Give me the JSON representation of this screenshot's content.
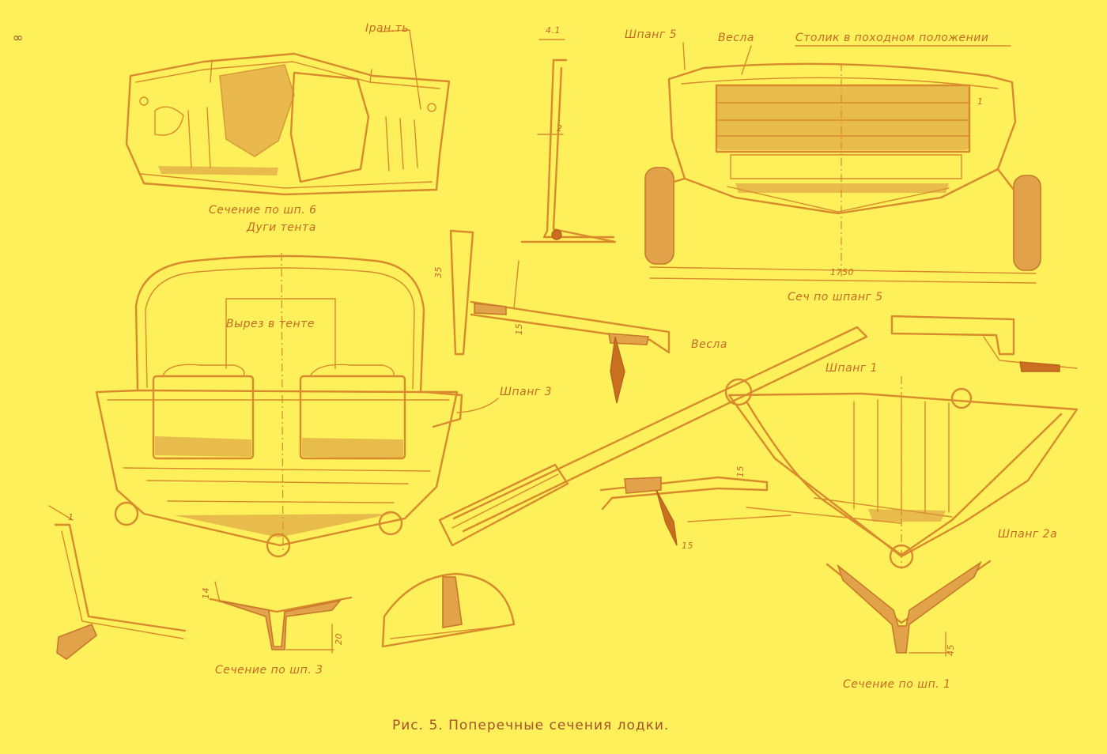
{
  "page_number": "∞",
  "caption": "Рис. 5. Поперечные сечения лодки.",
  "colors": {
    "background": "#fdf05a",
    "ink": "#d98a2c",
    "caption_ink": "#a5512b"
  },
  "labels": {
    "brus_label": "Iран.ть",
    "section_sh6": "Сечение по шп. 6",
    "dim_41": "4.1",
    "dim_2": "2",
    "shpang5_top": "Шпанг 5",
    "oars_top": "Весла",
    "table_stowed": "Столик в походном положении",
    "dim_1_top": "1",
    "dim_1750": "1750",
    "section_sh5": "Сеч по шпанг 5",
    "tent_arcs": "Дуги тента",
    "tent_cutout": "Вырез в тенте",
    "dim_35": "35",
    "dim_15a": "15",
    "shpang3": "Шпанг 3",
    "oars_mid": "Весла",
    "shpang1": "Шпанг 1",
    "dim_15b": "15",
    "dim_15c": "15",
    "shpang2a": "Шпанг 2а",
    "section_sh3": "Сечение по шп. 3",
    "dim_14": "14",
    "dim_20": "20",
    "dim_1_left": "1",
    "section_sh1": "Сечение по шп. 1",
    "dim_45": "45"
  }
}
